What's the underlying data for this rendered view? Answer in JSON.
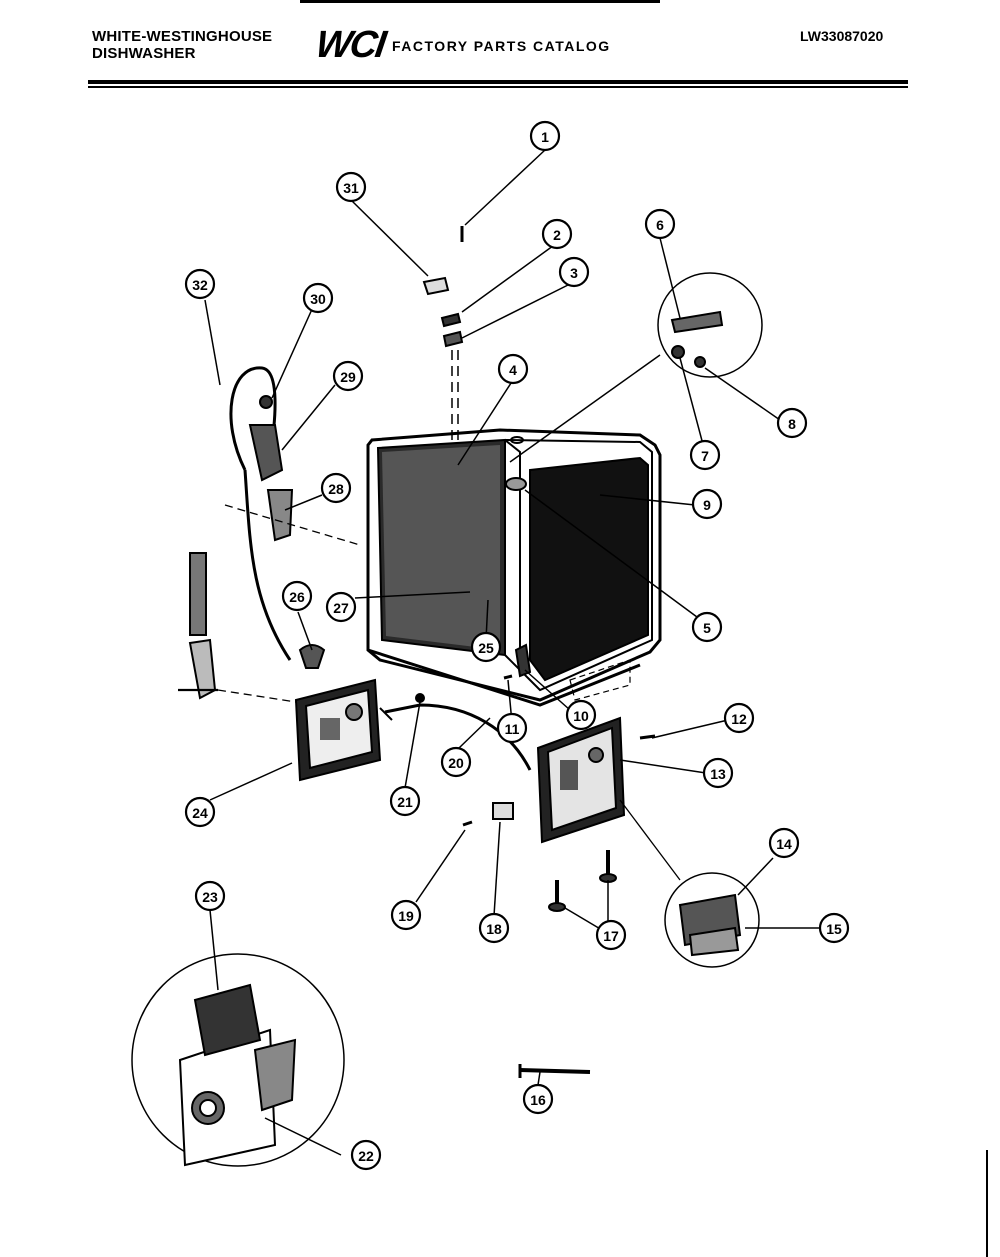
{
  "header": {
    "brand_line1": "WHITE-WESTINGHOUSE",
    "brand_line2": "DISHWASHER",
    "logo": "WCI",
    "catalog_title": "FACTORY PARTS CATALOG",
    "model_number": "LW33087020"
  },
  "callouts": [
    {
      "id": "c1",
      "label": "1"
    },
    {
      "id": "c2",
      "label": "2"
    },
    {
      "id": "c3",
      "label": "3"
    },
    {
      "id": "c4",
      "label": "4"
    },
    {
      "id": "c5",
      "label": "5"
    },
    {
      "id": "c6",
      "label": "6"
    },
    {
      "id": "c7",
      "label": "7"
    },
    {
      "id": "c8",
      "label": "8"
    },
    {
      "id": "c9",
      "label": "9"
    },
    {
      "id": "c10",
      "label": "10"
    },
    {
      "id": "c11",
      "label": "11"
    },
    {
      "id": "c12",
      "label": "12"
    },
    {
      "id": "c13",
      "label": "13"
    },
    {
      "id": "c14",
      "label": "14"
    },
    {
      "id": "c15",
      "label": "15"
    },
    {
      "id": "c16",
      "label": "16"
    },
    {
      "id": "c17",
      "label": "17"
    },
    {
      "id": "c18",
      "label": "18"
    },
    {
      "id": "c19",
      "label": "19"
    },
    {
      "id": "c20",
      "label": "20"
    },
    {
      "id": "c21",
      "label": "21"
    },
    {
      "id": "c22",
      "label": "22"
    },
    {
      "id": "c23",
      "label": "23"
    },
    {
      "id": "c24",
      "label": "24"
    },
    {
      "id": "c25",
      "label": "25"
    },
    {
      "id": "c26",
      "label": "26"
    },
    {
      "id": "c27",
      "label": "27"
    },
    {
      "id": "c28",
      "label": "28"
    },
    {
      "id": "c29",
      "label": "29"
    },
    {
      "id": "c30",
      "label": "30"
    },
    {
      "id": "c31",
      "label": "31"
    },
    {
      "id": "c32",
      "label": "32"
    }
  ]
}
